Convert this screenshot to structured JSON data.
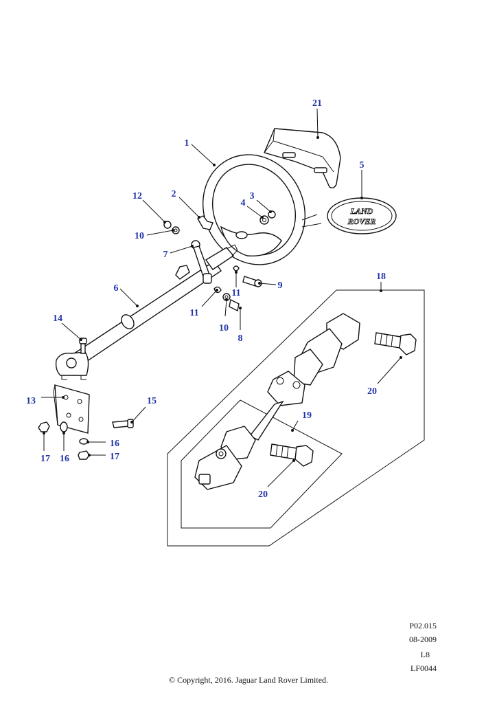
{
  "callouts": [
    {
      "id": "c1",
      "label": "1"
    },
    {
      "id": "c2",
      "label": "2"
    },
    {
      "id": "c3",
      "label": "3"
    },
    {
      "id": "c4",
      "label": "4"
    },
    {
      "id": "c5",
      "label": "5"
    },
    {
      "id": "c6",
      "label": "6"
    },
    {
      "id": "c7",
      "label": "7"
    },
    {
      "id": "c8",
      "label": "8"
    },
    {
      "id": "c9",
      "label": "9"
    },
    {
      "id": "c10a",
      "label": "10"
    },
    {
      "id": "c10b",
      "label": "10"
    },
    {
      "id": "c11a",
      "label": "11"
    },
    {
      "id": "c11b",
      "label": "11"
    },
    {
      "id": "c12",
      "label": "12"
    },
    {
      "id": "c13",
      "label": "13"
    },
    {
      "id": "c14",
      "label": "14"
    },
    {
      "id": "c15",
      "label": "15"
    },
    {
      "id": "c16a",
      "label": "16"
    },
    {
      "id": "c16b",
      "label": "16"
    },
    {
      "id": "c17a",
      "label": "17"
    },
    {
      "id": "c17b",
      "label": "17"
    },
    {
      "id": "c18",
      "label": "18"
    },
    {
      "id": "c19",
      "label": "19"
    },
    {
      "id": "c20a",
      "label": "20"
    },
    {
      "id": "c20b",
      "label": "20"
    },
    {
      "id": "c21",
      "label": "21"
    }
  ],
  "badge": {
    "line1": "LAND",
    "line2": "ROVER"
  },
  "reference": {
    "plate": "P02.015",
    "date": "08-2009",
    "level": "L8",
    "code": "LF0044"
  },
  "copyright": "© Copyright, 2016. Jaguar Land Rover Limited.",
  "colors": {
    "callout": "#2233aa",
    "line": "#111111"
  }
}
